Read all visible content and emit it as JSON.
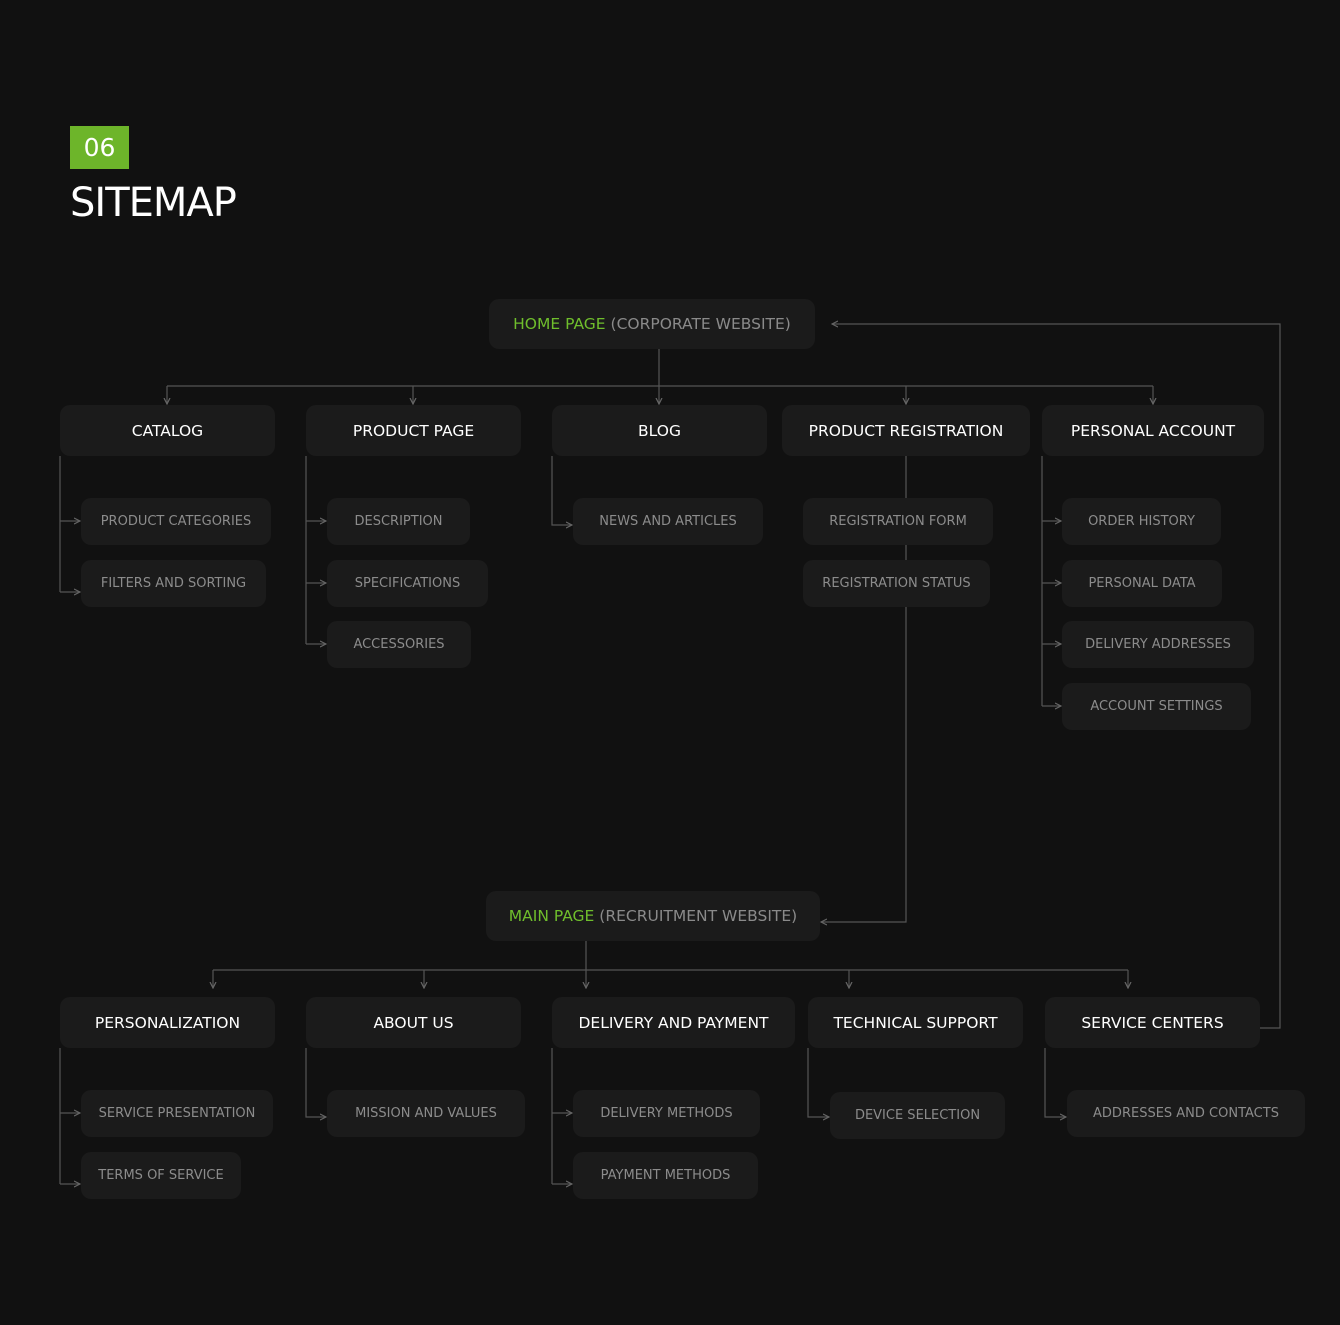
{
  "header": {
    "section_number": "06",
    "title": "SITEMAP"
  },
  "colors": {
    "accent": "#6fbe2c",
    "background": "#111111",
    "box": "#1b1b1b",
    "line": "#555555"
  },
  "corporate": {
    "root": {
      "highlight": "HOME PAGE",
      "rest": " (CORPORATE WEBSITE)"
    },
    "sections": [
      {
        "label": "CATALOG",
        "children": [
          "PRODUCT CATEGORIES",
          "FILTERS AND SORTING"
        ]
      },
      {
        "label": "PRODUCT PAGE",
        "children": [
          "DESCRIPTION",
          "SPECIFICATIONS",
          "ACCESSORIES"
        ]
      },
      {
        "label": "BLOG",
        "children": [
          "NEWS AND ARTICLES"
        ]
      },
      {
        "label": "PRODUCT REGISTRATION",
        "children": [
          "REGISTRATION FORM",
          "REGISTRATION STATUS"
        ]
      },
      {
        "label": "PERSONAL ACCOUNT",
        "children": [
          "ORDER HISTORY",
          "PERSONAL DATA",
          "DELIVERY ADDRESSES",
          "ACCOUNT SETTINGS"
        ]
      }
    ]
  },
  "recruitment": {
    "root": {
      "highlight": "MAIN PAGE",
      "rest": " (RECRUITMENT WEBSITE)"
    },
    "sections": [
      {
        "label": "PERSONALIZATION",
        "children": [
          "SERVICE PRESENTATION",
          "TERMS OF SERVICE"
        ]
      },
      {
        "label": "ABOUT US",
        "children": [
          "MISSION AND VALUES"
        ]
      },
      {
        "label": "DELIVERY AND PAYMENT",
        "children": [
          "DELIVERY METHODS",
          "PAYMENT METHODS"
        ]
      },
      {
        "label": "TECHNICAL SUPPORT",
        "children": [
          "DEVICE SELECTION"
        ]
      },
      {
        "label": "SERVICE CENTERS",
        "children": [
          "ADDRESSES AND CONTACTS"
        ]
      }
    ]
  }
}
